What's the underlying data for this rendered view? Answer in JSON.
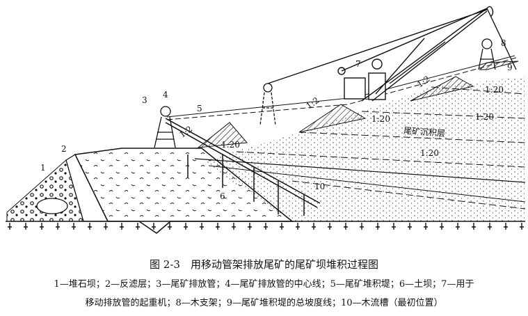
{
  "figure": {
    "labels": {
      "n1": "1",
      "n2": "2",
      "n3": "3",
      "n4": "4",
      "n5": "5",
      "n6": "6",
      "n7": "7",
      "n8": "8",
      "n9": "9",
      "n10": "10"
    },
    "slope_steep": "1:2",
    "slope_gentle": "1:20",
    "layer_label": "尾矿沉积层"
  },
  "caption": {
    "title": "图 2-3　用移动管架排放尾矿的尾矿坝堆积过程图",
    "legend_line1": "1—堆石坝；2—反滤层；3—尾矿排放管；4—尾矿排放管的中心线；5—尾矿堆积堤；6—土坝；7—用于",
    "legend_line2": "移动排放管的起重机；8—木支架；9—尾矿堆积堤的总坡度线；10—木流槽（最初位置）"
  }
}
